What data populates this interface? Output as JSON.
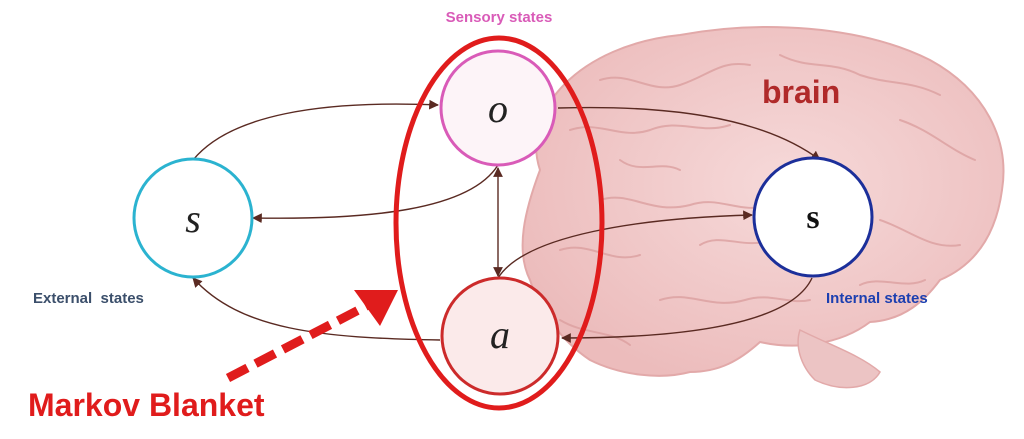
{
  "labels": {
    "sensory_states": "Sensory states",
    "external_states": "External  states",
    "internal_states": "Internal states",
    "brain": "brain",
    "markov_blanket": "Markov Blanket"
  },
  "nodes": {
    "sensory": "o",
    "action": "a",
    "external": "s",
    "internal": "s"
  },
  "colors": {
    "sensory": "#d95bb8",
    "action": "#cc2b2b",
    "external": "#2bb3d0",
    "internal": "#1c2f9a",
    "blanket": "#e01c1c",
    "arrow": "#5a2a22",
    "brain_label": "#b02a2a",
    "brain_fill": "#f3cdcd"
  }
}
